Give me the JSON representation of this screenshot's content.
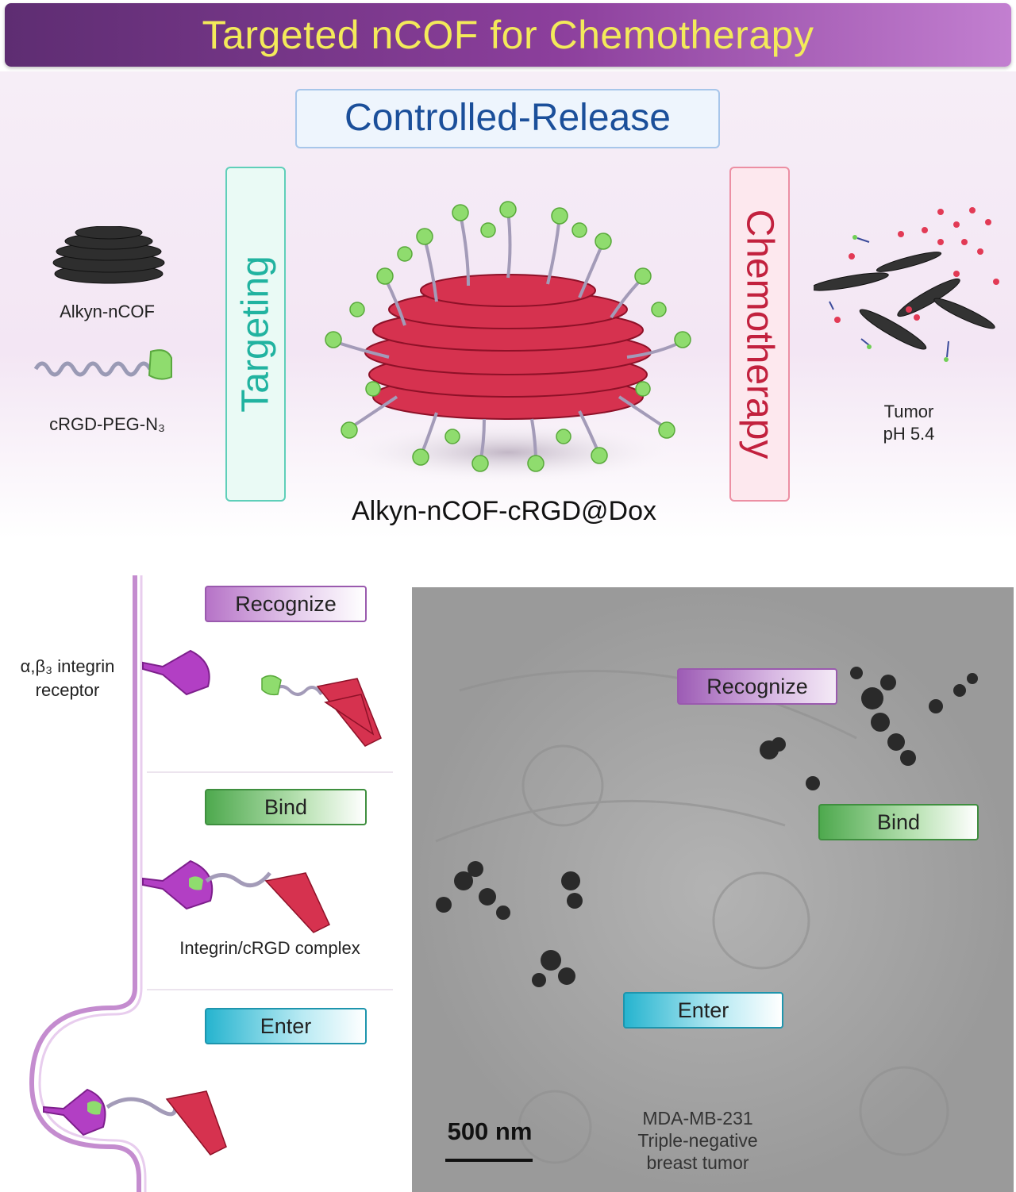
{
  "title": "Targeted nCOF for Chemotherapy",
  "top": {
    "controlled_release": "Controlled-Release",
    "targeting": "Targeting",
    "chemotherapy": "Chemotherapy",
    "alkyn_ncof": "Alkyn-nCOF",
    "crgd_peg": "cRGD-PEG-N₃",
    "center_label": "Alkyn-nCOF-cRGD@Dox",
    "tumor_line1": "Tumor",
    "tumor_line2": "pH 5.4"
  },
  "mechanism": {
    "receptor_line1": "α,β₃ integrin",
    "receptor_line2": "receptor",
    "recognize": "Recognize",
    "bind": "Bind",
    "complex_label": "Integrin/cRGD complex",
    "enter": "Enter"
  },
  "micrograph": {
    "recognize": "Recognize",
    "bind": "Bind",
    "enter": "Enter",
    "scale_bar": "500 nm",
    "cell_line1": "MDA-MB-231",
    "cell_line2": "Triple-negative",
    "cell_line3": "breast tumor"
  },
  "colors": {
    "title_bg": "#7a3a8c",
    "title_text": "#f3ea5a",
    "targeting": "#21b3a0",
    "chemotherapy": "#c2213e",
    "controlled_release": "#1b4f9a",
    "ncof_red": "#d6324f",
    "peptide_green": "#8fdc6e",
    "integrin_purple": "#b23fc4"
  }
}
